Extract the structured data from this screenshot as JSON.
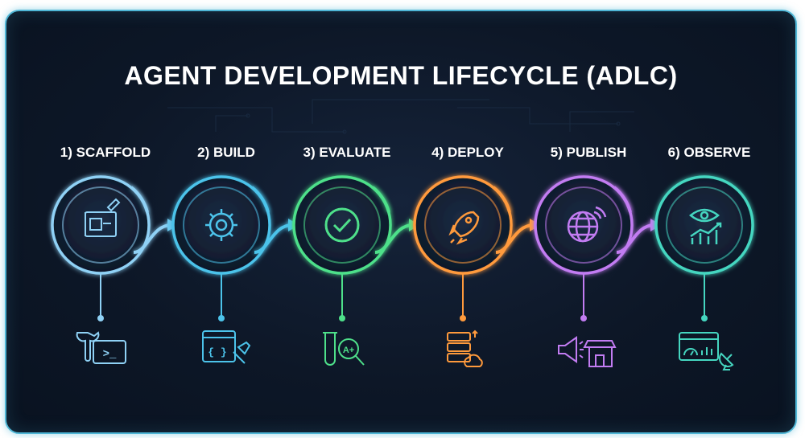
{
  "title": "AGENT DEVELOPMENT LIFECYCLE (ADLC)",
  "stages": [
    {
      "label": "1) SCAFFOLD",
      "color": "#8fd1f5",
      "icon": "blueprint-icon",
      "tool_icon": "wrench-terminal-icon"
    },
    {
      "label": "2) BUILD",
      "color": "#4cc3ea",
      "icon": "gear-icon",
      "tool_icon": "code-window-hammer-icon"
    },
    {
      "label": "3) EVALUATE",
      "color": "#4ee08a",
      "icon": "checkmark-icon",
      "tool_icon": "test-tube-magnifier-icon"
    },
    {
      "label": "4) DEPLOY",
      "color": "#ff9a3c",
      "icon": "rocket-icon",
      "tool_icon": "server-cloud-icon"
    },
    {
      "label": "5) PUBLISH",
      "color": "#c27cf2",
      "icon": "globe-icon",
      "tool_icon": "megaphone-store-icon"
    },
    {
      "label": "6) OBSERVE",
      "color": "#45d6c0",
      "icon": "eye-chart-icon",
      "tool_icon": "dashboard-satellite-icon"
    }
  ],
  "tool_glyphs": {
    "terminal_prompt": ">_",
    "code_braces": "{ }",
    "grade": "A+"
  }
}
